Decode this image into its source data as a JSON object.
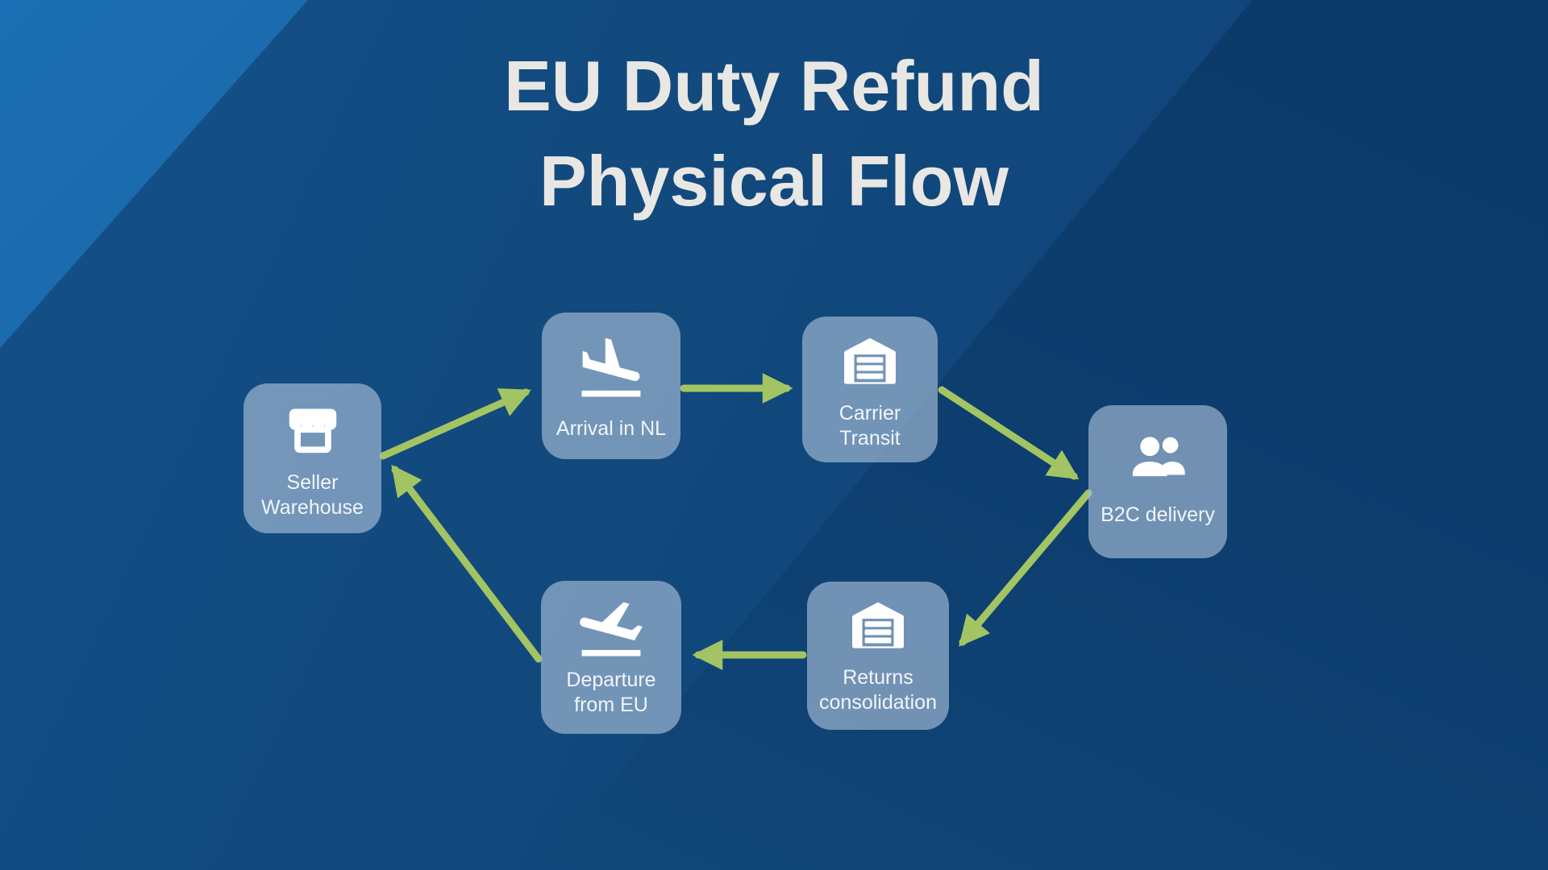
{
  "title": "EU Duty Refund\nPhysical Flow",
  "colors": {
    "background_dark": "#0c3a68",
    "background_mid": "#124a7e",
    "background_light_band": "#1c6fb4",
    "node_fill": "rgba(165,188,214,0.66)",
    "arrow_green": "#a3c463",
    "title_text": "#e8e7e3",
    "node_label_text": "#f1f5f9",
    "icon_white": "#ffffff"
  },
  "nodes": [
    {
      "id": "seller-warehouse",
      "label": "Seller\nWarehouse",
      "icon": "storefront-icon"
    },
    {
      "id": "arrival-in-nl",
      "label": "Arrival in NL",
      "icon": "plane-landing-icon"
    },
    {
      "id": "carrier-transit",
      "label": "Carrier\nTransit",
      "icon": "warehouse-icon"
    },
    {
      "id": "b2c-delivery",
      "label": "B2C delivery",
      "icon": "people-icon"
    },
    {
      "id": "returns-consolidation",
      "label": "Returns\nconsolidation",
      "icon": "warehouse-icon"
    },
    {
      "id": "departure-from-eu",
      "label": "Departure\nfrom EU",
      "icon": "plane-takeoff-icon"
    }
  ],
  "flow": {
    "edges": [
      {
        "from": "seller-warehouse",
        "to": "arrival-in-nl"
      },
      {
        "from": "arrival-in-nl",
        "to": "carrier-transit"
      },
      {
        "from": "carrier-transit",
        "to": "b2c-delivery"
      },
      {
        "from": "b2c-delivery",
        "to": "returns-consolidation"
      },
      {
        "from": "returns-consolidation",
        "to": "departure-from-eu"
      },
      {
        "from": "departure-from-eu",
        "to": "seller-warehouse"
      }
    ]
  }
}
